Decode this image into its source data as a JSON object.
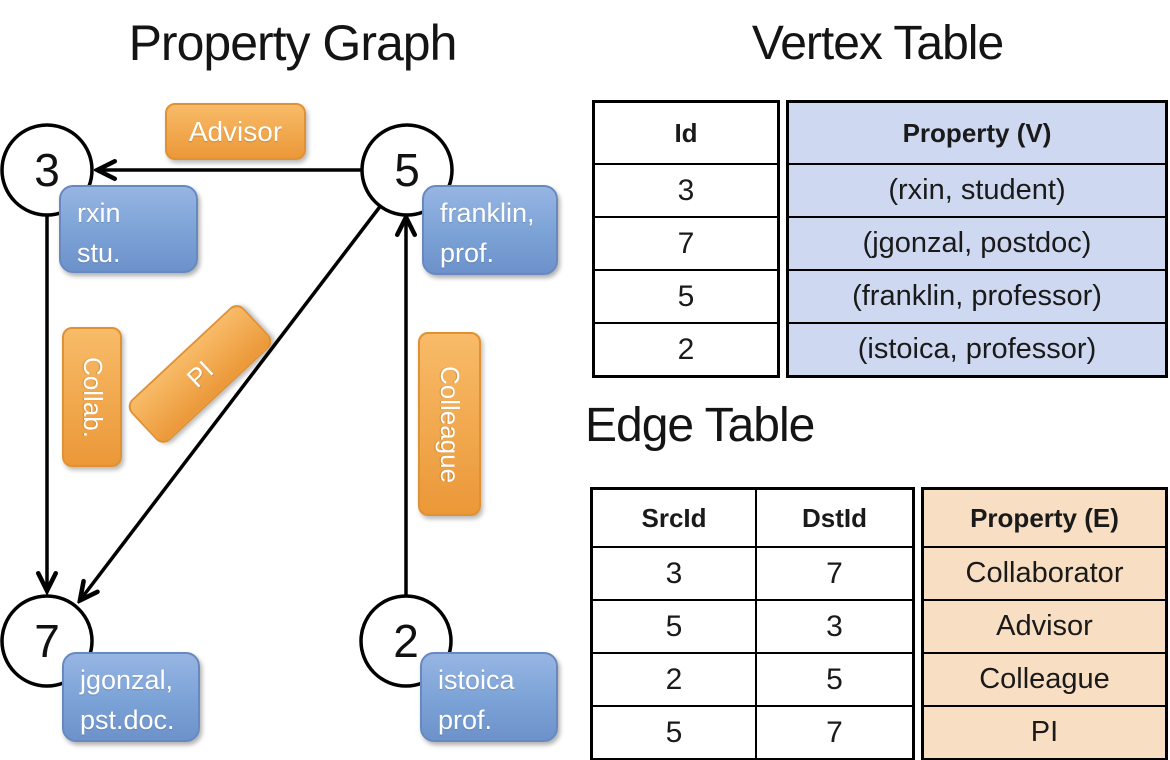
{
  "left": {
    "title": "Property Graph",
    "nodes": [
      {
        "id": "3",
        "prop_line1": "rxin",
        "prop_line2": "stu."
      },
      {
        "id": "5",
        "prop_line1": "franklin,",
        "prop_line2": "prof."
      },
      {
        "id": "7",
        "prop_line1": "jgonzal,",
        "prop_line2": "pst.doc."
      },
      {
        "id": "2",
        "prop_line1": "istoica",
        "prop_line2": "prof."
      }
    ],
    "edges": [
      {
        "src": "5",
        "dst": "3",
        "label": "Advisor"
      },
      {
        "src": "3",
        "dst": "7",
        "label": "Collab."
      },
      {
        "src": "5",
        "dst": "7",
        "label": "PI"
      },
      {
        "src": "2",
        "dst": "5",
        "label": "Colleague"
      }
    ]
  },
  "vertex_table": {
    "title": "Vertex Table",
    "columns": [
      "Id",
      "Property (V)"
    ],
    "rows": [
      {
        "id": "3",
        "property": "(rxin, student)"
      },
      {
        "id": "7",
        "property": "(jgonzal, postdoc)"
      },
      {
        "id": "5",
        "property": "(franklin, professor)"
      },
      {
        "id": "2",
        "property": "(istoica, professor)"
      }
    ]
  },
  "edge_table": {
    "title": "Edge Table",
    "columns": [
      "SrcId",
      "DstId",
      "Property (E)"
    ],
    "rows": [
      {
        "src": "3",
        "dst": "7",
        "property": "Collaborator"
      },
      {
        "src": "5",
        "dst": "3",
        "property": "Advisor"
      },
      {
        "src": "2",
        "dst": "5",
        "property": "Colleague"
      },
      {
        "src": "5",
        "dst": "7",
        "property": "PI"
      }
    ]
  },
  "colors": {
    "edge_label_orange": "#f0a045",
    "vertex_box_blue": "#7fa1d4",
    "vertex_property_cell": "#ced9f1",
    "edge_property_cell": "#f8dec2",
    "line_black": "#000000"
  }
}
